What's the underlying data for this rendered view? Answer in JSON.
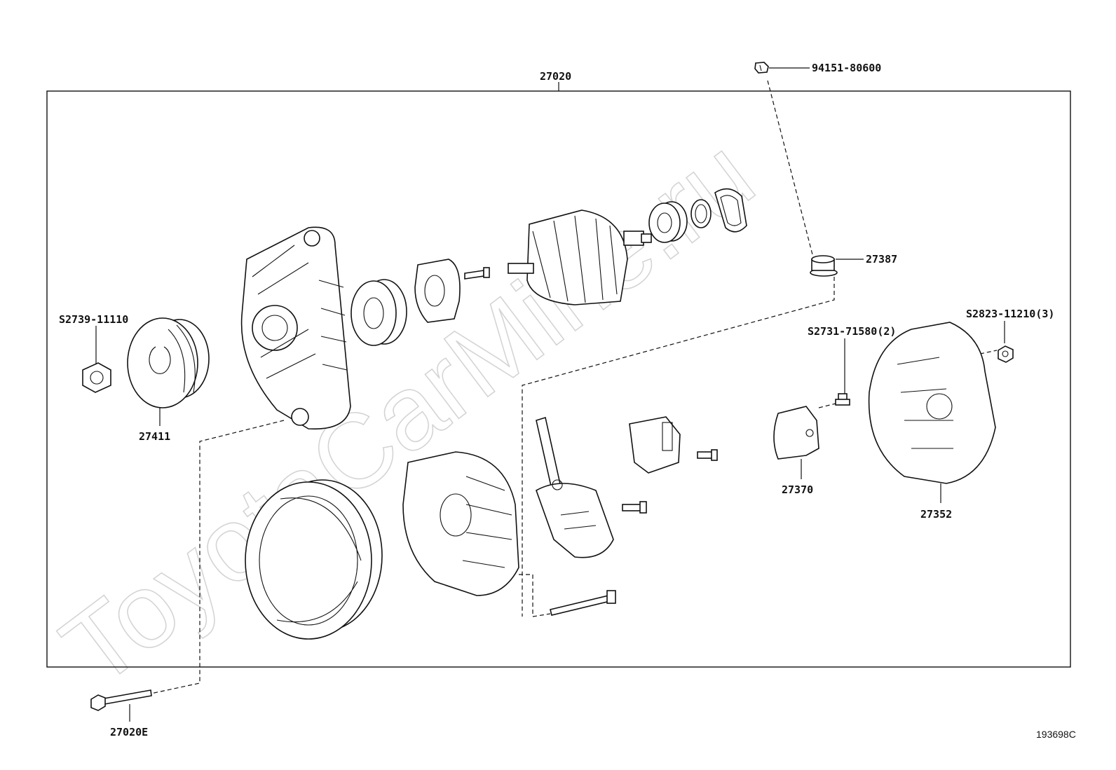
{
  "watermark": "ToyotaCarMine.ru",
  "assembly_label": "27020",
  "diagram_ref": "193698C",
  "part_labels": {
    "p94151": "94151-80600",
    "p27387": "27387",
    "p82739": "S2739-11110",
    "p27411": "27411",
    "p82731": "S2731-71580(2)",
    "p82823": "S2823-11210(3)",
    "p27370": "27370",
    "p27352": "27352",
    "p27020E": "27020E"
  }
}
